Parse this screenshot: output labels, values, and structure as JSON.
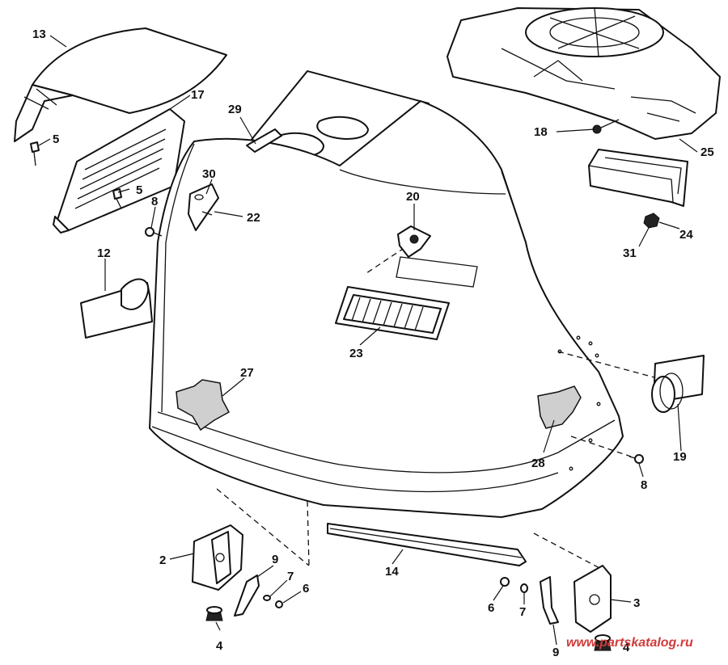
{
  "callouts": [
    {
      "id": "c13",
      "text": "13"
    },
    {
      "id": "c17",
      "text": "17"
    },
    {
      "id": "c5a",
      "text": "5"
    },
    {
      "id": "c5b",
      "text": "5"
    },
    {
      "id": "c29",
      "text": "29"
    },
    {
      "id": "c30",
      "text": "30"
    },
    {
      "id": "c22",
      "text": "22"
    },
    {
      "id": "c8a",
      "text": "8"
    },
    {
      "id": "c20",
      "text": "20"
    },
    {
      "id": "c18",
      "text": "18"
    },
    {
      "id": "c25",
      "text": "25"
    },
    {
      "id": "c24",
      "text": "24"
    },
    {
      "id": "c31",
      "text": "31"
    },
    {
      "id": "c12",
      "text": "12"
    },
    {
      "id": "c23",
      "text": "23"
    },
    {
      "id": "c27",
      "text": "27"
    },
    {
      "id": "c28",
      "text": "28"
    },
    {
      "id": "c19",
      "text": "19"
    },
    {
      "id": "c8b",
      "text": "8"
    },
    {
      "id": "c2",
      "text": "2"
    },
    {
      "id": "c9a",
      "text": "9"
    },
    {
      "id": "c7a",
      "text": "7"
    },
    {
      "id": "c6a",
      "text": "6"
    },
    {
      "id": "c14",
      "text": "14"
    },
    {
      "id": "c4a",
      "text": "4"
    },
    {
      "id": "c6b",
      "text": "6"
    },
    {
      "id": "c7b",
      "text": "7"
    },
    {
      "id": "c3",
      "text": "3"
    },
    {
      "id": "c9b",
      "text": "9"
    },
    {
      "id": "c4b",
      "text": "4"
    }
  ],
  "watermark": "www.partskatalog.ru"
}
